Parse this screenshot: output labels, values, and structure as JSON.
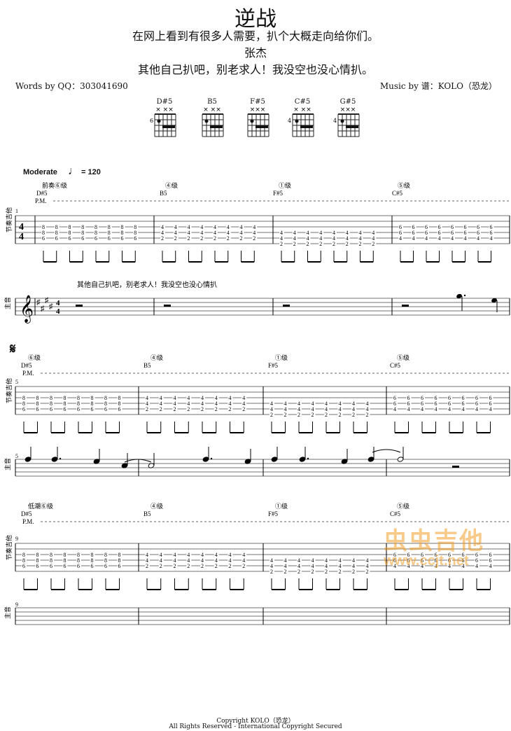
{
  "header": {
    "title": "逆战",
    "subtitle": "在网上看到有很多人需要，扒个大概走向给你们。",
    "artist": "张杰",
    "note": "其他自己扒吧，别老求人！我没空也没心情扒。",
    "words_by": "Words by QQ：303041690",
    "music_by": "Music by 谱：KOLO（恐龙）"
  },
  "chords": [
    {
      "name": "D#5",
      "fret": "6",
      "mutes": "×  ××"
    },
    {
      "name": "B5",
      "fret": "",
      "mutes": "×  ××"
    },
    {
      "name": "F#5",
      "fret": "",
      "mutes": "×××"
    },
    {
      "name": "C#5",
      "fret": "4",
      "mutes": "×  ××"
    },
    {
      "name": "G#5",
      "fret": "4",
      "mutes": "×××"
    }
  ],
  "tempo": {
    "label": "Moderate",
    "bpm": "= 120"
  },
  "systems": [
    {
      "labels": [
        "前奏⑥级",
        "④级",
        "①级",
        "⑤级"
      ],
      "chords": [
        "D#5",
        "B5",
        "F#5",
        "C#5"
      ],
      "bar_number": "1",
      "vocal_bar_number": "",
      "lyric": "其他自己扒吧，别老求人！我没空也没心情扒"
    },
    {
      "labels": [
        "⑥级",
        "④级",
        "①级",
        "⑤级"
      ],
      "chords": [
        "D#5",
        "B5",
        "F#5",
        "C#5"
      ],
      "bar_number": "5",
      "vocal_bar_number": "5",
      "lyric": ""
    },
    {
      "labels": [
        "低潮⑥级",
        "④级",
        "①级",
        "⑤级"
      ],
      "chords": [
        "D#5",
        "B5",
        "F#5",
        "C#5"
      ],
      "bar_number": "9",
      "vocal_bar_number": "9",
      "lyric": ""
    }
  ],
  "pm": "P.M.",
  "track_labels": {
    "rhythm": "节奏吉他",
    "vocal": "主音"
  },
  "tab_patterns": {
    "D#5": [
      "8",
      "8",
      "6"
    ],
    "B5": [
      "4",
      "4",
      "2"
    ],
    "F#5": [
      "4",
      "4",
      "2"
    ],
    "C#5": [
      "6",
      "6",
      "4"
    ]
  },
  "segno": "𝄋",
  "watermark": {
    "text": "虫虫吉他",
    "url": "www.ccjt.net"
  },
  "footer": {
    "copyright": "Copyright  KOLO（恐龙）",
    "rights": "All Rights Reserved - International Copyright Secured"
  }
}
